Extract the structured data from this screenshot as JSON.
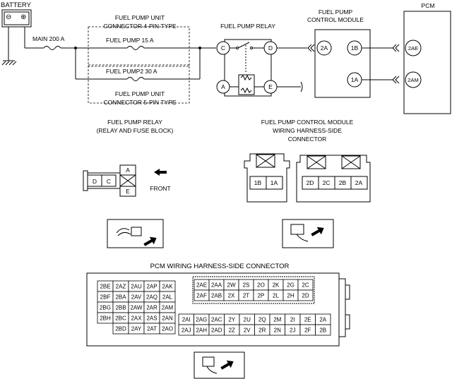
{
  "battery": {
    "label": "BATTERY",
    "neg": "⊖",
    "pos": "⊕"
  },
  "fuses": {
    "main": "MAIN 200 A",
    "pump": "FUEL PUMP 15 A",
    "pump2": "FUEL PUMP2 30 A"
  },
  "pump_unit_top": [
    "FUEL PUMP UNIT",
    "CONNECTOR 4-PIN TYPE"
  ],
  "pump_unit_bottom": [
    "FUEL PUMP UNIT",
    "CONNECTOR 5-PIN TYPE"
  ],
  "relay": {
    "title": "FUEL PUMP RELAY",
    "terminals": [
      "C",
      "D",
      "A",
      "E"
    ]
  },
  "module": {
    "title": [
      "FUEL PUMP",
      "CONTROL MODULE"
    ],
    "terminals": [
      "2A",
      "1B",
      "1A"
    ]
  },
  "pcm": {
    "title": "PCM",
    "terminals": [
      "2AE",
      "2AM"
    ]
  },
  "relay_connector": {
    "title": [
      "FUEL PUMP RELAY",
      "(RELAY AND FUSE BLOCK)"
    ],
    "pins": [
      "D",
      "C",
      "A",
      "E"
    ],
    "front": "FRONT"
  },
  "module_connector": {
    "title": [
      "FUEL PUMP CONTROL MODULE",
      "WIRING HARNESS-SIDE",
      "CONNECTOR"
    ],
    "left_pins": [
      "1B",
      "1A"
    ],
    "right_pins": [
      "2D",
      "2C",
      "2B",
      "2A"
    ]
  },
  "pcm_connector": {
    "title": "PCM WIRING HARNESS-SIDE CONNECTOR",
    "left_rows": [
      [
        "2BE",
        "2AZ",
        "2AU",
        "2AP",
        "2AK"
      ],
      [
        "2BF",
        "2BA",
        "2AV",
        "2AQ",
        "2AL"
      ],
      [
        "2BG",
        "2BB",
        "2AW",
        "2AR",
        "2AM"
      ],
      [
        "2BH",
        "2BC",
        "2AX",
        "2AS",
        "2AN"
      ],
      [
        "",
        "2BD",
        "2AY",
        "2AT",
        "2AO"
      ]
    ],
    "top_rows": [
      [
        "2AE",
        "2AA",
        "2W",
        "2S",
        "2O",
        "2K",
        "2G",
        "2C"
      ],
      [
        "2AF",
        "2AB",
        "2X",
        "2T",
        "2P",
        "2L",
        "2H",
        "2D"
      ]
    ],
    "bottom_rows": [
      [
        "2AI",
        "2AG",
        "2AC",
        "2Y",
        "2U",
        "2Q",
        "2M",
        "2I",
        "2E",
        "2A"
      ],
      [
        "2AJ",
        "2AH",
        "2AD",
        "2Z",
        "2V",
        "2R",
        "2N",
        "2J",
        "2F",
        "2B"
      ]
    ]
  }
}
